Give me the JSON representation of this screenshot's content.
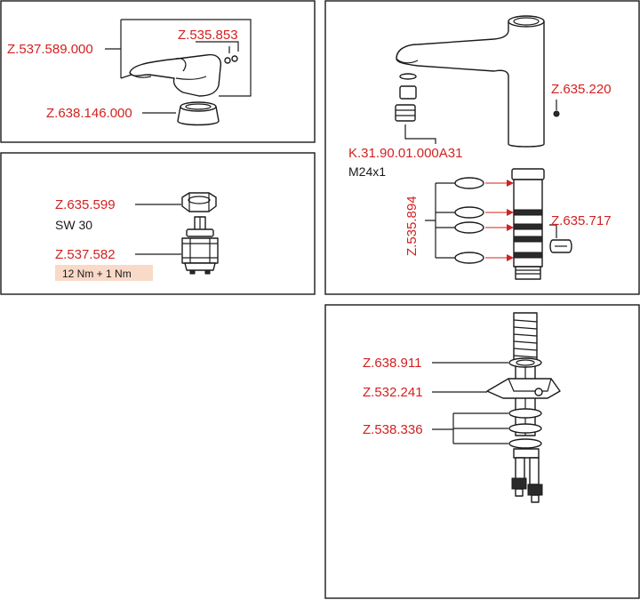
{
  "panel_lever": {
    "lever_assembly": "Z.537.589.000",
    "screws": "Z.535.853",
    "cover_ring": "Z.638.146.000"
  },
  "panel_cartridge": {
    "nut": "Z.635.599",
    "nut_size": "SW 30",
    "cartridge": "Z.537.582",
    "torque": "12 Nm + 1 Nm"
  },
  "panel_spout": {
    "grub_screw": "Z.635.220",
    "aerator": "K.31.90.01.000A31",
    "aerator_thread": "M24x1",
    "o_ring_set": "Z.535.894",
    "clip": "Z.635.717"
  },
  "panel_mounting": {
    "washer": "Z.638.911",
    "bracket": "Z.532.241",
    "seal_set": "Z.538.336"
  },
  "colors": {
    "label_red": "#d42020",
    "torque_highlight": "#f9d9c8",
    "line": "#1a1a1a"
  }
}
